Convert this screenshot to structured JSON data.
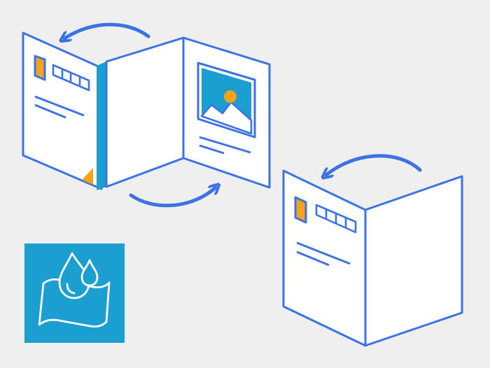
{
  "colors": {
    "background": "#efefef",
    "outline": "#3b73e6",
    "paper": "#ffffff",
    "accent_cyan": "#1a9fd0",
    "accent_orange": "#f3a31c",
    "icon_tile": "#1a9fd0",
    "icon_stroke": "#ffffff"
  },
  "icons": {
    "arrow_top_left": "curved-arrow-left-icon",
    "arrow_bottom": "curved-arrow-right-icon",
    "arrow_right_brochure": "curved-arrow-left-icon",
    "stamp": "stamp-icon",
    "photo": "landscape-photo-icon",
    "water": "water-drops-on-paper-icon"
  },
  "illustration": {
    "unfolded_brochure": "open-trifold-brochure",
    "folded_card": "folded-card",
    "badge": "water-resistant-badge"
  }
}
